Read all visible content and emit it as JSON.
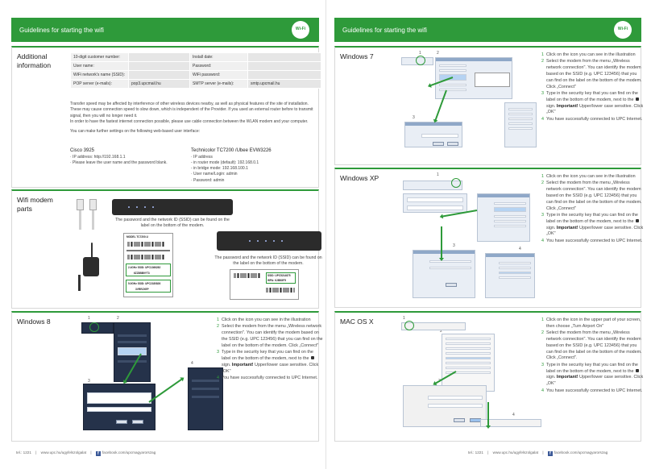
{
  "header": {
    "title": "Guidelines for starting the wifi",
    "logo_text": "Wi-Fi"
  },
  "additional": {
    "title": "Additional information",
    "table": [
      [
        "10-digit customer number:",
        "",
        "Install date:",
        ""
      ],
      [
        "User name:",
        "",
        "Password:",
        ""
      ],
      [
        "WiFi network's name (SSID):",
        "",
        "WiFi password:",
        ""
      ],
      [
        "POP server (e-mails):",
        "pop3.upcmail.hu",
        "SMTP server (e-mails):",
        "smtp.upcmail.hu"
      ]
    ],
    "para1": "Transfer speed may be affected by interference of other wireless devices nearby, as well as physical features of the site of installation. These may cause connection speed to slow down, which is independent of the Provider. If you used an external router before to transmit signal, then you will no longer need it.",
    "para2": "In order to have the fastest internet connection possible, please use cable connection between the WLAN modem and your computer.",
    "para3": "You can make further settings on the following web-based user interface:",
    "cisco": {
      "title": "Cisco 3925",
      "lines": [
        "· IP address: http://192.168.1.1",
        "· Please leave the user name and the password blank."
      ]
    },
    "technicolor": {
      "title": "Technicolor TC7200 /Ubee EVW3226",
      "lines": [
        "· IP address",
        "  - in router mode (default): 192.168.0.1",
        "  - in bridge mode: 192.168.100.1",
        "· User name/Login: admin",
        "· Password: admin"
      ]
    }
  },
  "wifiparts": {
    "title": "Wifi modem parts",
    "caption1": "The password and the network ID (SSID) can be found on the label on the bottom of the modem.",
    "caption2": "The password and the network ID (SSID) can be found on the label on the bottom of the modem.",
    "label_texts": [
      "MODEL TC7200.U",
      "2.4GHz SSID: UPC1366282",
      "6ZZ8BB9YT3",
      "5.0GHz SSID: UPC2180826",
      "3VRRJXEP",
      "SSID: UPC5214875",
      "WPA: 6J8BGF5"
    ]
  },
  "win8": {
    "title": "Windows 8",
    "step_numbers": [
      "1",
      "2",
      "3",
      "4"
    ],
    "steps": [
      {
        "n": "1",
        "text": "Click on the icon you can see in the illustration"
      },
      {
        "n": "2",
        "text": "Select the modem from the menu „Wireless network connection\". You can identify the modem based on the SSID (e.g. UPC 123456) that you can find on the label on the bottom of the modem. Click „Connect\""
      },
      {
        "n": "3",
        "pre": "Type in the security key that you can find on the label on the bottom of the modem, next to the ",
        "mid": "sign. ",
        "bold": "Important!",
        "post": " Upper/lower case sensitive. Click „OK\""
      },
      {
        "n": "4",
        "text": "You have successfully connected to UPC Internet."
      }
    ]
  },
  "win7": {
    "title": "Windows 7",
    "step_numbers": [
      "1",
      "2",
      "3",
      "4"
    ],
    "steps": [
      {
        "n": "1",
        "text": "Click on the icon you can see in the illustration"
      },
      {
        "n": "2",
        "text": "Select the modem from the menu „Wireless network connection\". You can identify the modem based on the SSID (e.g. UPC 123456) that you can find on the label on the bottom of the modem. Click „Connect\""
      },
      {
        "n": "3",
        "pre": "Type in the security key that you can find on the label on the bottom of the modem, next to the ",
        "mid": "sign. ",
        "bold": "Important!",
        "post": " Upper/lower case sensitive. Click „OK\""
      },
      {
        "n": "4",
        "text": "You have successfully connected to UPC Internet."
      }
    ]
  },
  "winxp": {
    "title": "Windows XP",
    "step_numbers": [
      "1",
      "2",
      "3",
      "4"
    ],
    "steps": [
      {
        "n": "1",
        "text": "Click on the icon you can see in the illustration"
      },
      {
        "n": "2",
        "text": "Select the modem from the menu „Wireless network connection\". You can identify the modem based on the SSID (e.g. UPC 123456) that you can find on the label on the bottom of the modem. Click „Connect\""
      },
      {
        "n": "3",
        "pre": "Type in the security key that you can find on the label on the bottom of the modem, next to the ",
        "mid": "sign. ",
        "bold": "Important!",
        "post": " Upper/lower case sensitive. Click „OK\""
      },
      {
        "n": "4",
        "text": "You have successfully connected to UPC Internet."
      }
    ]
  },
  "macos": {
    "title": "MAC OS X",
    "step_numbers": [
      "1",
      "2",
      "3",
      "4"
    ],
    "steps": [
      {
        "n": "1",
        "text": "Click on the icon in the upper part of your screen, then choose „Turn Airport On\""
      },
      {
        "n": "2",
        "text": "Select the modem from the menu „Wireless network connection\". You can identify the modem based on the SSID (e.g. UPC 123456) that you can find on the label on the bottom of the modem. Click „Connect\"."
      },
      {
        "n": "3",
        "pre": "Type in the security key that you can find on the label on the bottom of the modem, next to the ",
        "mid": "sign. ",
        "bold": "Important!",
        "post": " Upper/lower case sensitive. Click „OK\""
      },
      {
        "n": "4",
        "text": "You have successfully connected to UPC Internet."
      }
    ]
  },
  "footer": {
    "phone": "tel.: 1221",
    "sep": "|",
    "url": "www.upc.hu/ugyfelszolgalat",
    "fb_icon": "f",
    "facebook": "facebook.com/upcmagyarorszag"
  },
  "colors": {
    "brand": "#2e9a3a"
  },
  "icons": [
    "wifi-logo-icon",
    "lock-icon",
    "facebook-icon"
  ]
}
